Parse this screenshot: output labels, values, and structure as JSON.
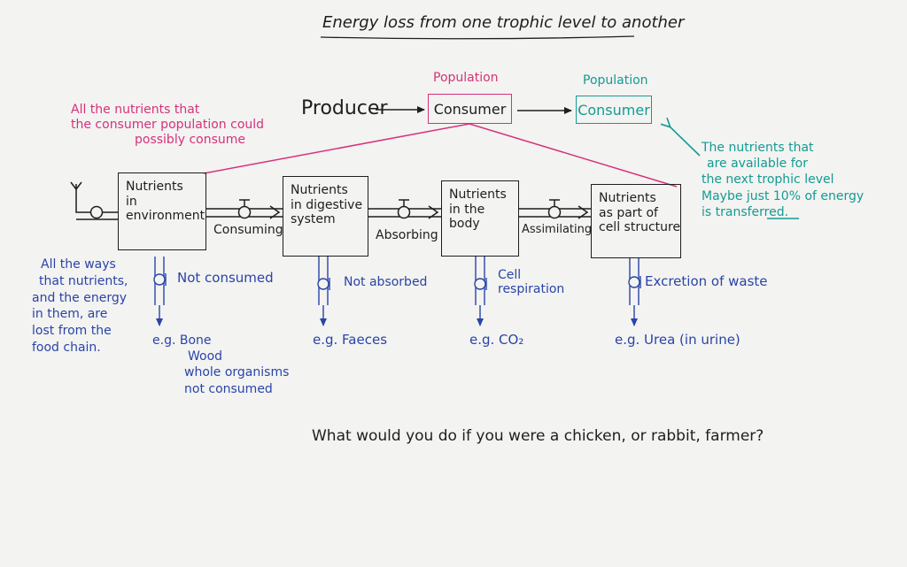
{
  "title": "Energy loss from one trophic level to another",
  "chain": {
    "producer": "Producer",
    "consumer_tag": "Population",
    "consumer": "Consumer",
    "next_tag": "Population",
    "next_consumer": "Consumer"
  },
  "boxes": [
    {
      "lines": [
        "Nutrients",
        "in",
        "environment"
      ]
    },
    {
      "lines": [
        "Nutrients",
        "in digestive",
        "system"
      ]
    },
    {
      "lines": [
        "Nutrients",
        "in the",
        "body"
      ]
    },
    {
      "lines": [
        "Nutrients",
        "as part of",
        "cell structure"
      ]
    }
  ],
  "steps": [
    "Consuming",
    "Absorbing",
    "Assimilating"
  ],
  "losses": [
    {
      "label": "Not consumed",
      "example": [
        "e.g. Bone",
        "Wood",
        "whole organisms",
        "not consumed"
      ]
    },
    {
      "label": "Not absorbed",
      "example": [
        "e.g. Faeces"
      ]
    },
    {
      "label": "Cell respiration",
      "example": [
        "e.g. CO₂"
      ]
    },
    {
      "label": "Excretion of waste",
      "example": [
        "e.g. Urea (in urine)"
      ]
    }
  ],
  "notes": {
    "pink": [
      "All the nutrients that",
      "the consumer population could",
      "possibly consume"
    ],
    "blue": [
      "All the ways",
      "that nutrients,",
      "and the energy",
      "in them, are",
      "lost from the",
      "food chain."
    ],
    "teal": [
      "The nutrients that",
      "are available for",
      "the next trophic level",
      "Maybe just 10% of energy",
      "is transferred."
    ]
  },
  "question": "What would you do if you were a chicken, or rabbit, farmer?",
  "colors": {
    "ink": "#1e1e1e",
    "blue": "#2a44a8",
    "pink": "#d6317c",
    "teal": "#139b94",
    "paper": "#f3f3f1"
  }
}
